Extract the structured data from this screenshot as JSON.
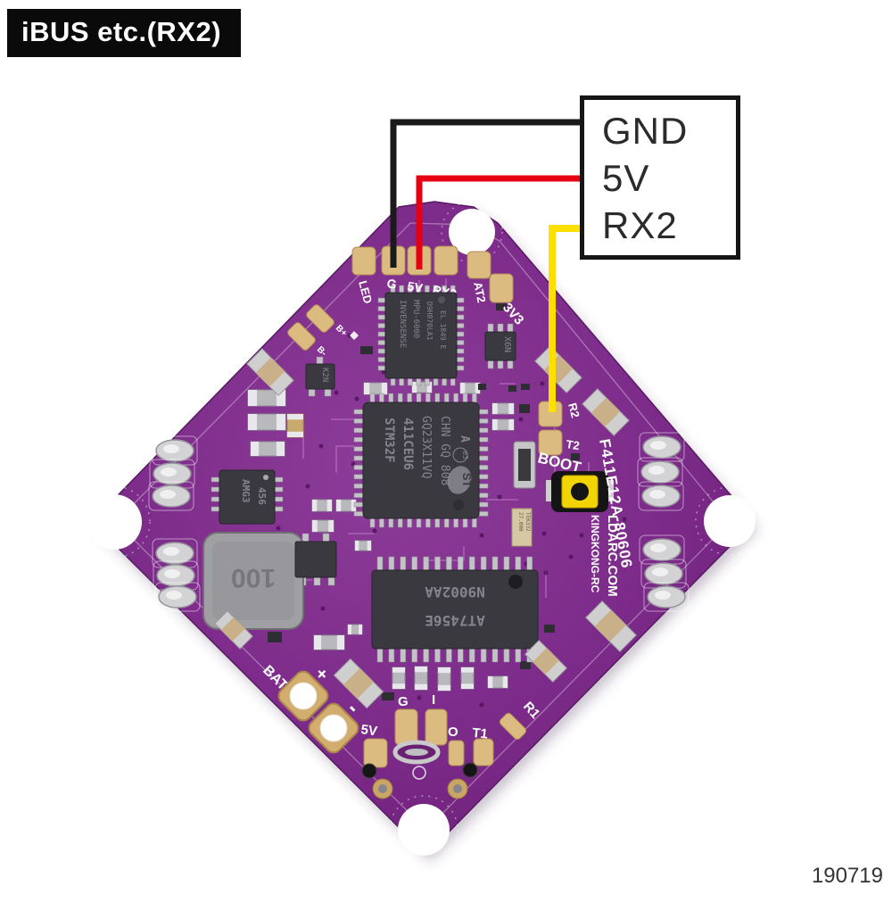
{
  "annotation": {
    "tag": "iBUS etc.(RX2)"
  },
  "connector": {
    "labels": [
      "GND",
      "5V",
      "RX2"
    ]
  },
  "wires": {
    "gnd": "#1a1a1a",
    "v5": "#e60012",
    "rx2": "#ffdf00"
  },
  "footer": {
    "code": "190719"
  },
  "board": {
    "base_color": "#7d2b8a",
    "pad_color": "#dcbb80",
    "labels": {
      "led": "LED",
      "g": "G",
      "v5": "5V",
      "rx2": "RX2",
      "at2": "AT2",
      "v33": "3V3",
      "r2": "R2",
      "t2": "T2",
      "boot": "BOOT",
      "code": "F411E12A-80606",
      "brand1": "KINGKONG-RC",
      "brand2": "LDARC.COM",
      "bat": "BAT",
      "plus": "+",
      "minus": "-",
      "b_v5": "5V",
      "b_g": "G",
      "b_i": "I",
      "b_o": "O",
      "b_t1": "T1",
      "b_r1": "R1",
      "bz_plus": "B+",
      "bz_minus": "B-"
    },
    "chips": {
      "gyro": {
        "lines": [
          "INVENSENSE",
          "MPU-6000",
          "D9H870LA1",
          "EL 1849 E"
        ]
      },
      "mcu": {
        "lines": [
          "STM32F",
          "411CEU6",
          "GQ23X11VQ",
          "CHN GQ 808"
        ],
        "logo": "ST",
        "grade": "A",
        "mark": "e3"
      },
      "osd": {
        "lines": [
          "N9002AA",
          "AT7456E"
        ]
      },
      "reg": {
        "lines": [
          "AMG3",
          "456"
        ]
      },
      "ldo": {
        "mark": "X6N"
      },
      "sot": {
        "mark": "K2N"
      },
      "inductor": {
        "value": "100"
      },
      "xtal2": {
        "lines": [
          "27.000",
          "TEK332"
        ]
      }
    }
  }
}
